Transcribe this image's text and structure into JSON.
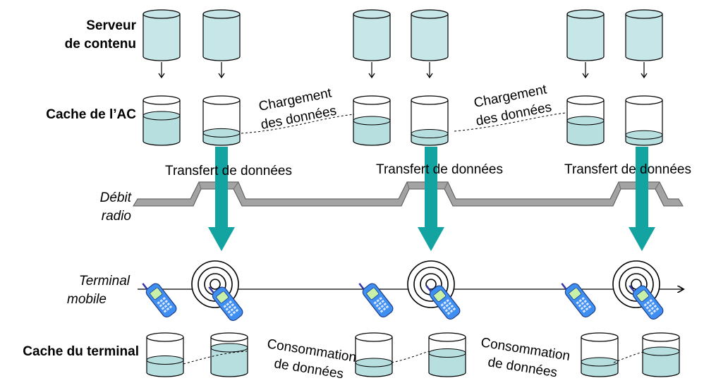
{
  "labels": {
    "server": [
      "Serveur",
      "de contenu"
    ],
    "ac_cache": "Cache de l’AC",
    "radio_rate": [
      "Débit",
      "radio"
    ],
    "mobile_terminal": [
      "Terminal",
      "mobile"
    ],
    "terminal_cache": "Cache du terminal"
  },
  "annotations": {
    "loading": [
      "Chargement",
      "des données"
    ],
    "transfer": "Transfert de données",
    "consumption": [
      "Consommation",
      "de données"
    ]
  },
  "colors": {
    "cylinder_fill": "#c6e6e8",
    "liquid_fill": "#b7dfe0",
    "transfer_arrow": "#13a3a0",
    "radio_band": "#a3a3a3",
    "phone_body": "#3f8ef2",
    "stroke": "#000000"
  }
}
